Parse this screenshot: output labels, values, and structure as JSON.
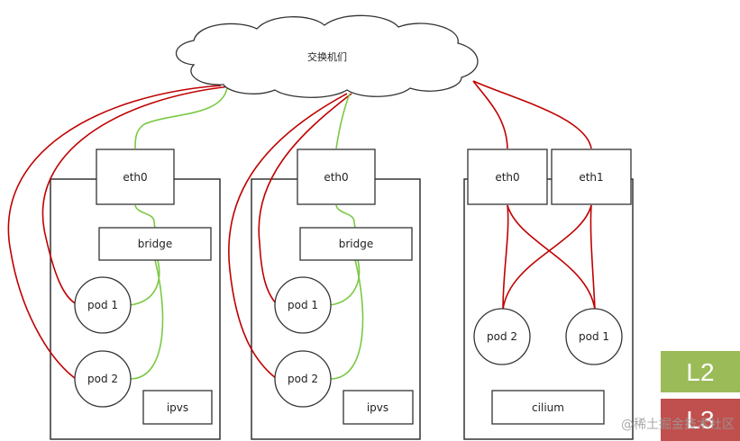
{
  "cloud": {
    "label": "交换机们"
  },
  "hosts": [
    {
      "nics": [
        "eth0"
      ],
      "bridge": "bridge",
      "pods": [
        "pod 1",
        "pod 2"
      ],
      "service": "ipvs"
    },
    {
      "nics": [
        "eth0"
      ],
      "bridge": "bridge",
      "pods": [
        "pod 1",
        "pod 2"
      ],
      "service": "ipvs"
    },
    {
      "nics": [
        "eth0",
        "eth1"
      ],
      "pods": [
        "pod 2",
        "pod 1"
      ],
      "service": "cilium"
    }
  ],
  "legend": [
    {
      "label": "L2",
      "color": "#9bbb59"
    },
    {
      "label": "L3",
      "color": "#c0504d"
    }
  ],
  "line_colors": {
    "l2": "#7ac943",
    "l3": "#c00000"
  },
  "watermark": "@稀土掘金技术社区"
}
